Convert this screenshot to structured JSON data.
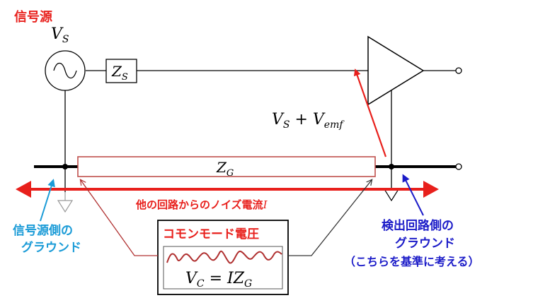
{
  "title": {
    "label": "信号源",
    "symbol": {
      "main": "V",
      "sub": "S"
    }
  },
  "source_impedance": {
    "main": "Z",
    "sub": "S"
  },
  "ground_impedance": {
    "main": "Z",
    "sub": "G"
  },
  "amplifier_input": {
    "term1_main": "V",
    "term1_sub": "S",
    "op": " + ",
    "term2_main": "V",
    "term2_sub": "emf"
  },
  "noise_current": {
    "label": "他の回路からのノイズ電流",
    "symbol": "I"
  },
  "source_ground": {
    "line1": "信号源側の",
    "line2": "グラウンド"
  },
  "detector_ground": {
    "line1": "検出回路側の",
    "line2": "グラウンド",
    "line3": "（こちらを基準に考える）"
  },
  "common_mode": {
    "title": "コモンモード電圧",
    "eq_lhs_main": "V",
    "eq_lhs_sub": "C",
    "eq_mid": " = ",
    "eq_i": "I",
    "eq_z_main": "Z",
    "eq_z_sub": "G"
  },
  "colors": {
    "wire": "#000000",
    "accent_red": "#e8201c",
    "ground_impedance_border": "#c0504d",
    "dark_red_line": "#b03030",
    "cyan": "#1a9bd7",
    "navy": "#1b1bc8",
    "gray_ground": "#9a9a9a"
  },
  "icons": {
    "signal_source": "ac-source-icon",
    "amplifier": "amplifier-triangle-icon",
    "ground": "ground-symbol-icon",
    "terminal": "output-terminal-icon"
  }
}
